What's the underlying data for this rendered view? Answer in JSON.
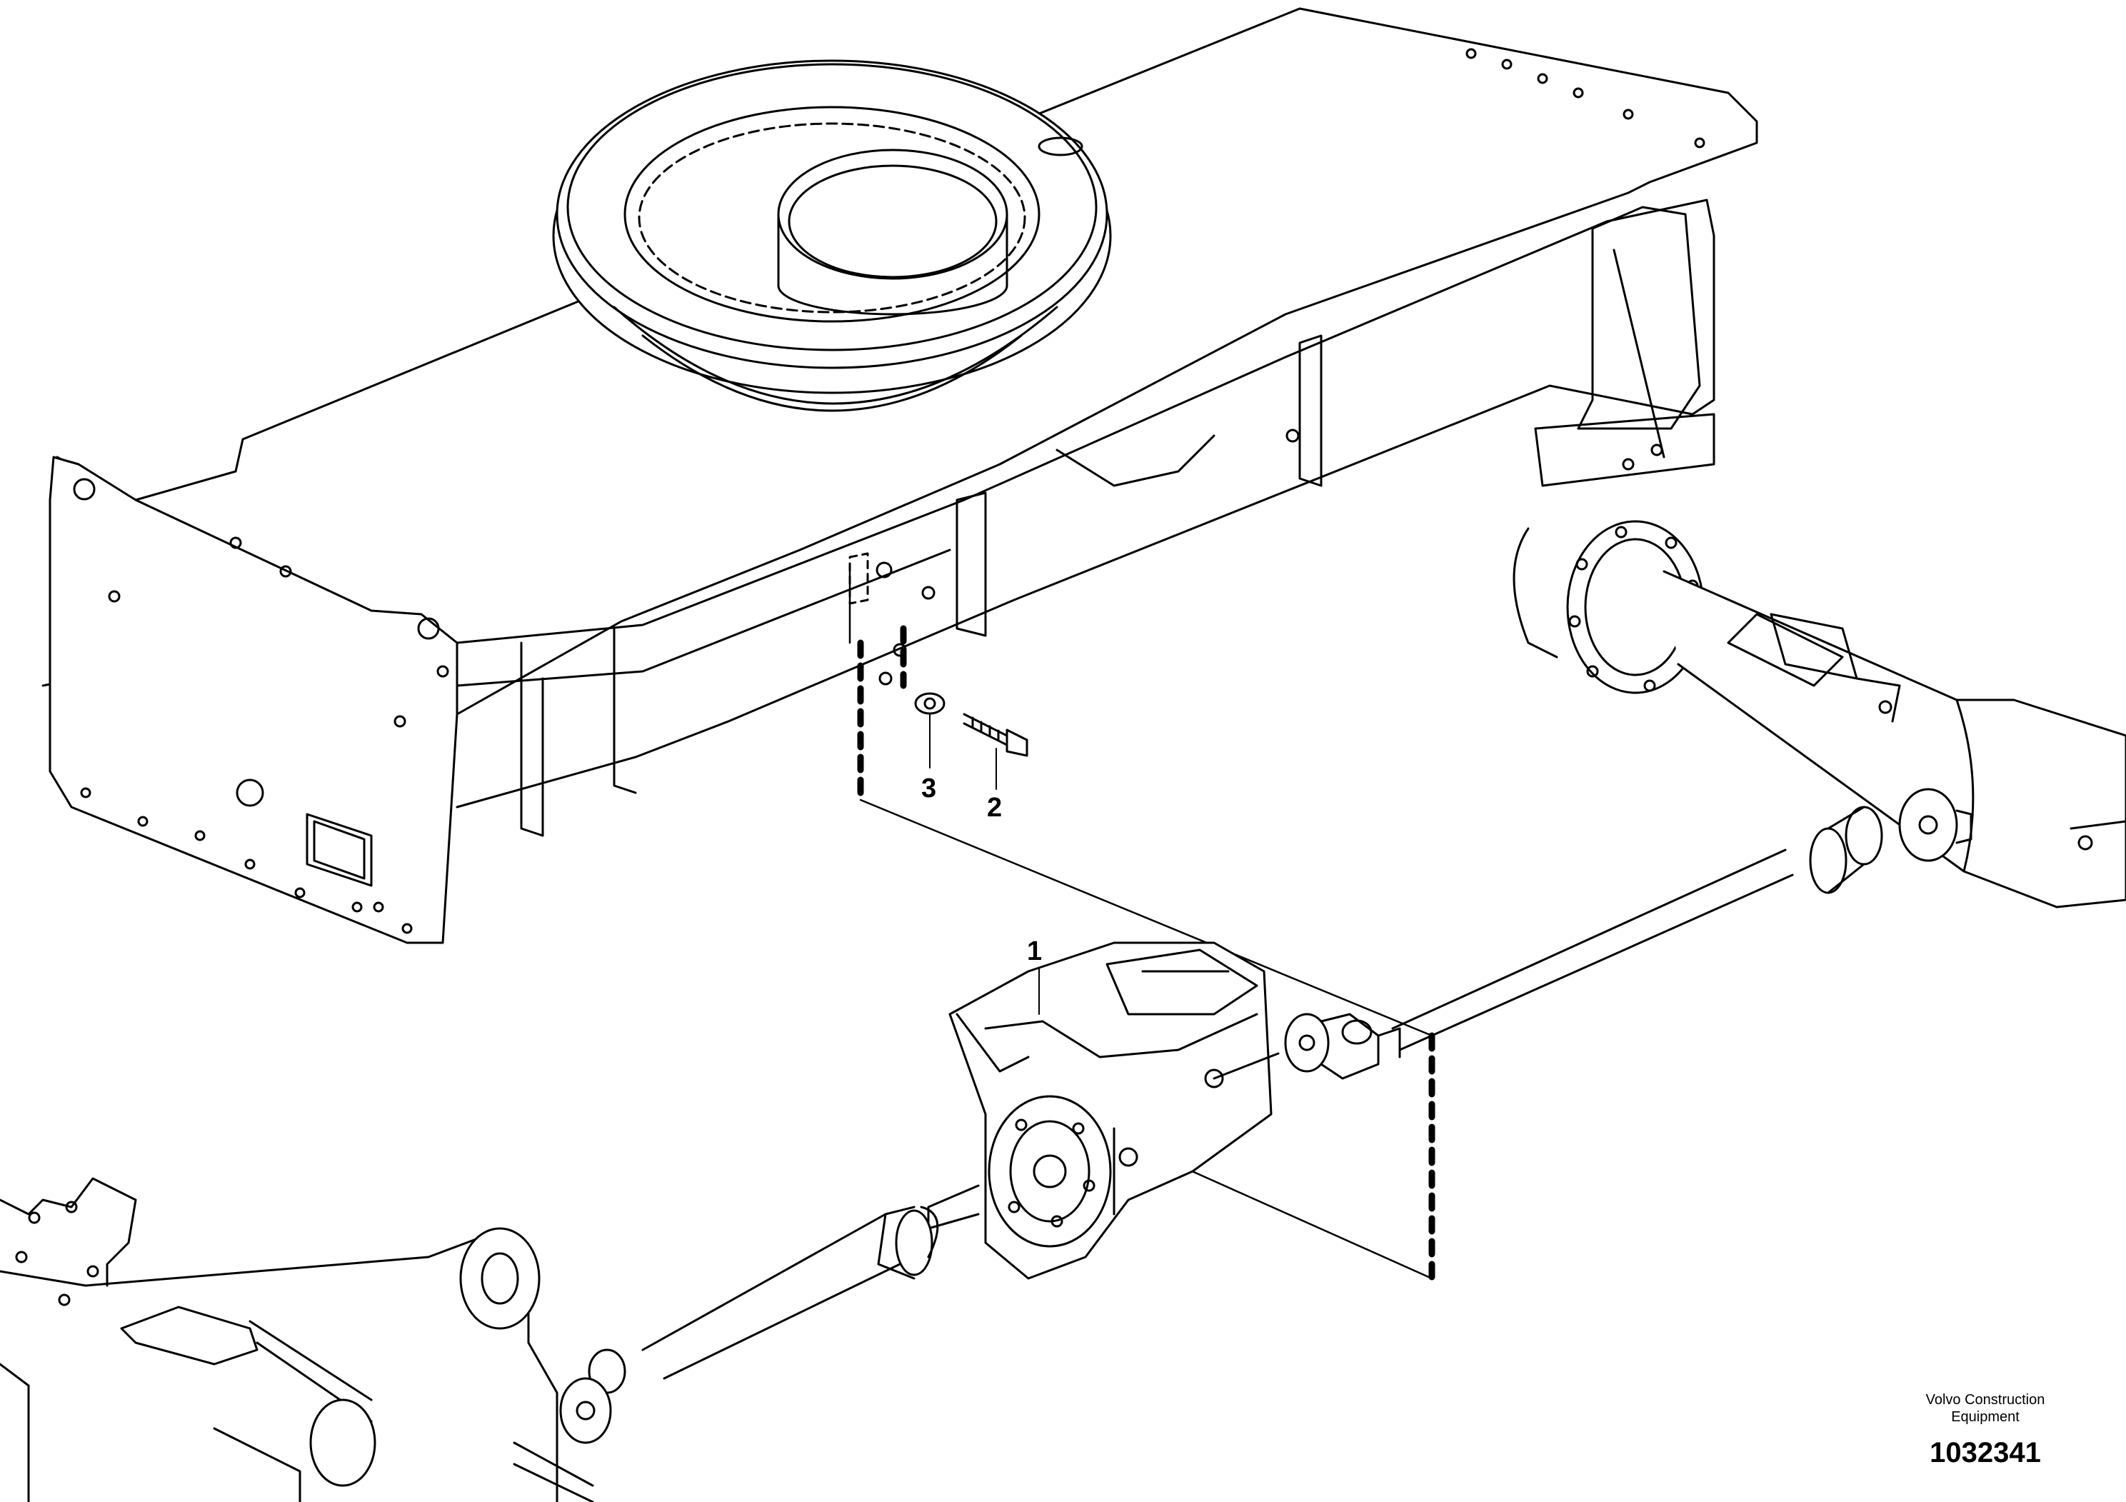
{
  "callouts": {
    "item_1": "1",
    "item_2": "2",
    "item_3": "3"
  },
  "footer": {
    "company_line1": "Volvo Construction",
    "company_line2": "Equipment",
    "drawing_number": "1032341"
  },
  "colors": {
    "line": "#000000",
    "background": "#ffffff"
  },
  "icons": [
    "frame",
    "slew-ring",
    "transfer-gearbox",
    "propeller-shaft",
    "rear-axle",
    "front-axle",
    "screw",
    "washer"
  ]
}
